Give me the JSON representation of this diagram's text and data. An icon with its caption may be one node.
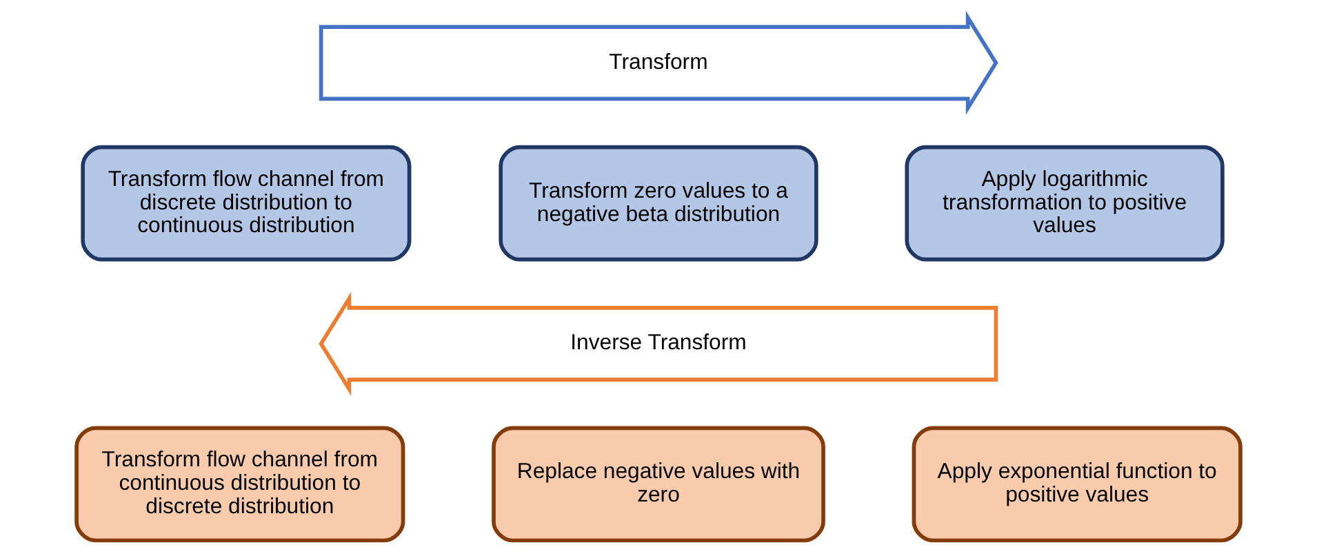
{
  "diagram": {
    "nodes": [
      {
        "text": [
          "Transform"
        ]
      },
      {
        "text": [
          "Transform flow channel from discrete distribution to continuous distribution"
        ]
      },
      {
        "text": [
          "Transform zero values to a negative beta distribution"
        ]
      },
      {
        "text": [
          "Apply logarithmic transformation to positive values"
        ]
      },
      {
        "text": [
          "Inverse Transform"
        ]
      },
      {
        "text": [
          "Transform flow channel from continuous distribution to discrete distribution"
        ]
      },
      {
        "text": [
          "Replace negative values with zero"
        ]
      },
      {
        "text": [
          "Apply exponential function to positive values"
        ]
      }
    ]
  }
}
